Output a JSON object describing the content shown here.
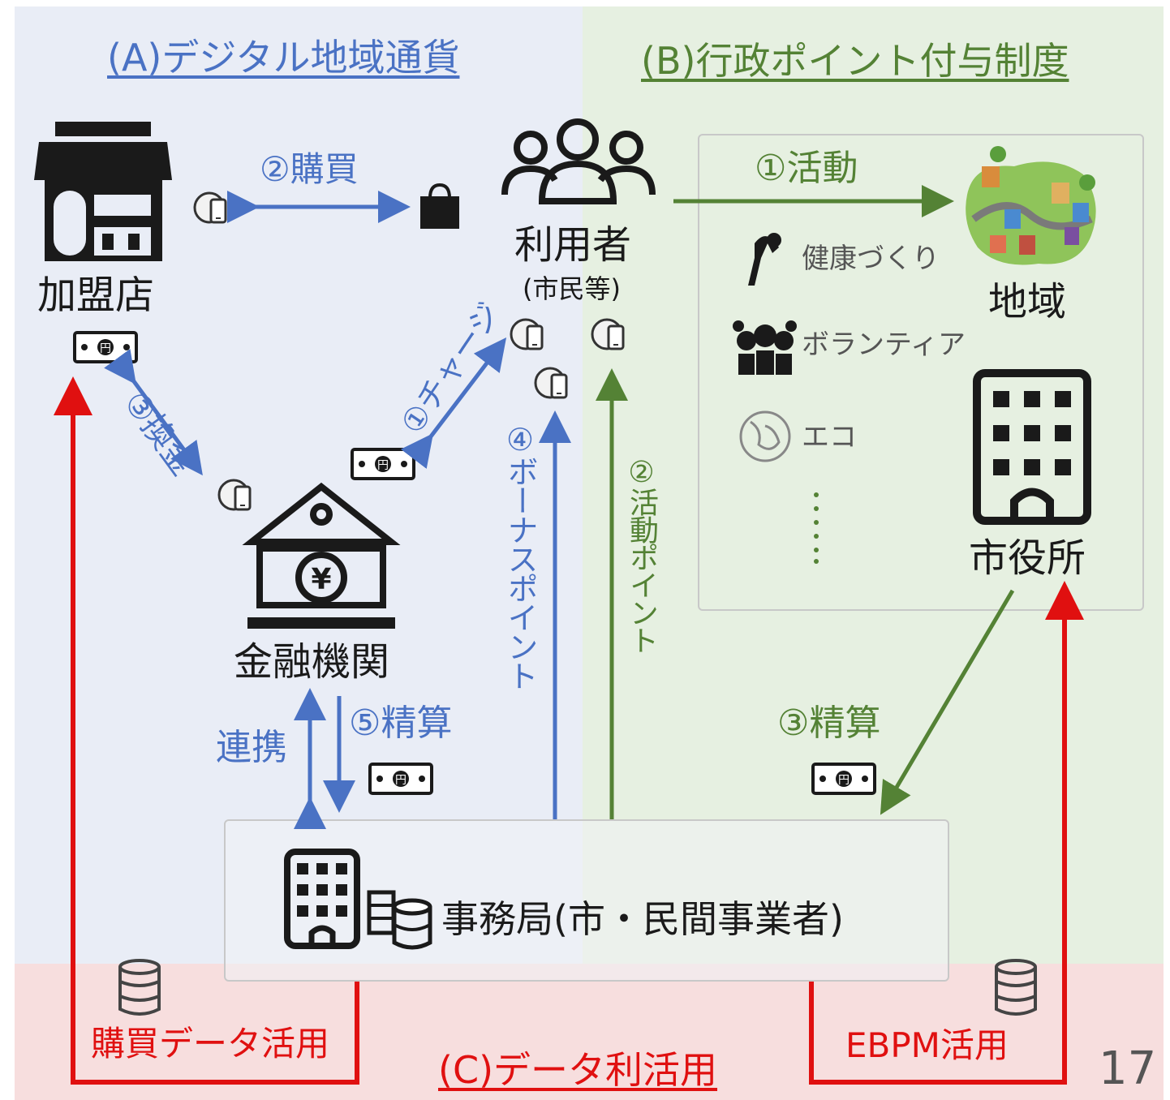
{
  "sections": {
    "a_title": "(A)デジタル地域通貨",
    "b_title": "(B)行政ポイント付与制度",
    "c_title": "(C)データ利活用"
  },
  "nodes": {
    "store": "加盟店",
    "users": "利用者",
    "users_sub": "(市民等)",
    "bank": "金融機関",
    "region": "地域",
    "city_hall": "市役所",
    "secretariat": "事務局(市・民間事業者)"
  },
  "flows": {
    "purchase": "②購買",
    "exchange": "③換金",
    "charge": "①チャージ",
    "bonus": "④ボーナスポイント",
    "activity_point": "②活動ポイント",
    "activity": "①活動",
    "settle_bank": "⑤精算",
    "link": "連携",
    "settle_city": "③精算",
    "purchase_data": "購買データ活用",
    "ebpm": "EBPM活用"
  },
  "activities": [
    "健康づくり",
    "ボランティア",
    "エコ"
  ],
  "page_number": "17",
  "colors": {
    "blue_bg": "#e9edf6",
    "green_bg": "#e6f0e1",
    "red_bg": "#f7dede",
    "blue": "#4a72c4",
    "green": "#548235",
    "red": "#e01010"
  }
}
